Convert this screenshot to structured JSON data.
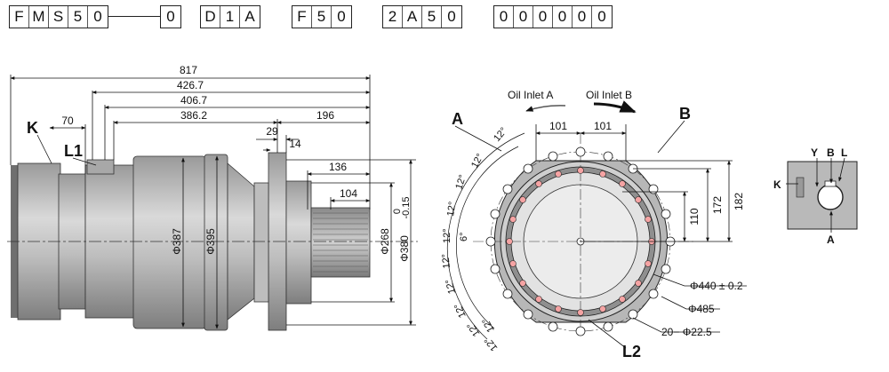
{
  "model_code": {
    "groups": [
      [
        "F",
        "M",
        "S",
        "5",
        "0"
      ],
      [
        "0"
      ],
      [
        "D",
        "1",
        "A"
      ],
      [
        "F",
        "5",
        "0"
      ],
      [
        "2",
        "A",
        "5",
        "0"
      ],
      [
        "0",
        "0",
        "0",
        "0",
        "0",
        "0"
      ]
    ]
  },
  "side_view": {
    "dims_horizontal": {
      "overall": "817",
      "d4267": "426.7",
      "d4067": "406.7",
      "d3862": "386.2",
      "d196": "196",
      "d70": "70",
      "d29": "29",
      "d14": "14",
      "d136": "136",
      "d104": "104"
    },
    "dims_vertical": {
      "phi387": "Φ387",
      "phi395": "Φ395",
      "phi268": "Φ268",
      "phi380": "Φ380",
      "phi380_upper_tol": "0",
      "phi380_lower_tol": "-0.15"
    },
    "labels": {
      "k": "K",
      "l1": "L1"
    }
  },
  "front_view": {
    "oil_inlet_a": "Oil Inlet A",
    "oil_inlet_b": "Oil Inlet B",
    "label_a": "A",
    "label_b": "B",
    "label_l2": "L2",
    "dims": {
      "d101_left": "101",
      "d101_right": "101",
      "d110": "110",
      "d172": "172",
      "d182": "182",
      "phi440": "Φ440 ± 0.2",
      "phi485": "Φ485",
      "holes": "20− Φ22.5"
    },
    "angles": [
      "12°",
      "12°",
      "12°",
      "12°",
      "12°",
      "6°",
      "12°",
      "12°",
      "12°",
      "12°",
      "12°",
      "12°"
    ]
  },
  "port_detail": {
    "k": "K",
    "y": "Y",
    "b": "B",
    "l": "L",
    "a": "A"
  },
  "colors": {
    "body": "#b3b3b3",
    "body_dark": "#8c8c8c",
    "body_light": "#d2d2d2",
    "line": "#1a1a1a"
  }
}
